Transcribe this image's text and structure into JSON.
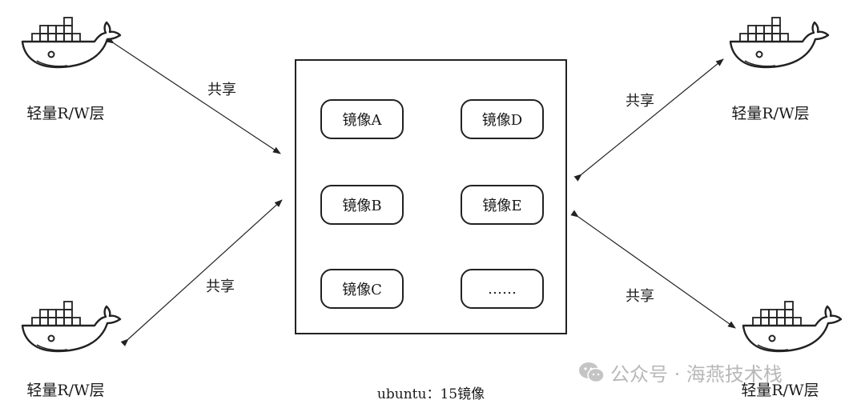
{
  "layer_label": "轻量R/W层",
  "share_label": "共享",
  "images": [
    "镜像A",
    "镜像D",
    "镜像B",
    "镜像E",
    "镜像C",
    "……"
  ],
  "caption": "ubuntu：15镜像",
  "watermark": "公众号 · 海燕技术栈",
  "icons": {
    "container": "docker-whale-icon",
    "watermark": "wechat-icon"
  },
  "colors": {
    "line": "#222222",
    "watermark": "#b8b8b8"
  }
}
